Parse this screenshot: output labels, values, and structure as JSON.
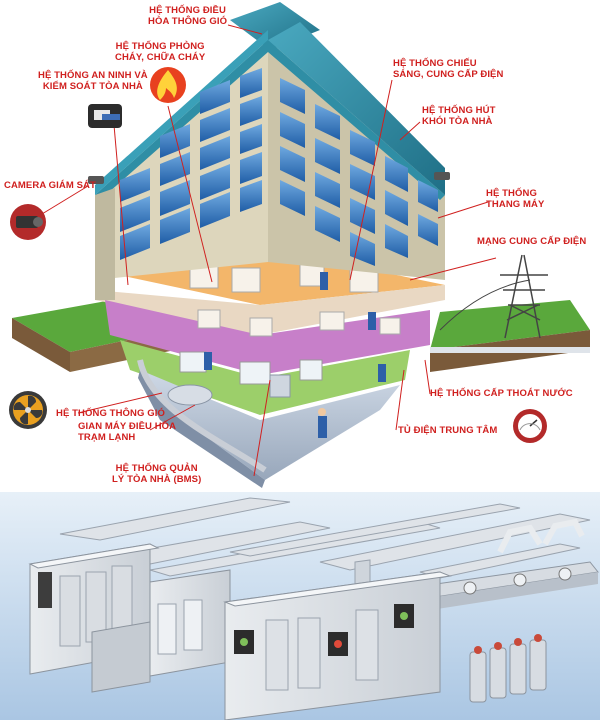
{
  "labels": {
    "hvac": "HỆ THỐNG ĐIỀU\nHÒA THÔNG GIÓ",
    "fire": "HỆ THỐNG PHÒNG\nCHÁY, CHỮA CHÁY",
    "security": "HỆ THỐNG AN NINH VÀ\nKIỂM SOÁT TÒA NHÀ",
    "camera": "CAMERA GIÁM SÁT",
    "lighting": "HỆ THỐNG CHIẾU\nSÁNG, CUNG CẤP ĐIỆN",
    "smoke": "HỆ THỐNG HÚT\nKHÓI TÒA NHÀ",
    "elevator": "HỆ THỐNG\nTHANG MÁY",
    "power_grid": "MẠNG CUNG CẤP ĐIỆN",
    "ventilation": "HỆ THỐNG THÔNG GIÓ",
    "chiller": "GIAN MÁY ĐIỀU HÒA\nTRẠM LẠNH",
    "bms": "HỆ THỐNG QUẢN\nLÝ TÒA NHÀ (BMS)",
    "water": "HỆ THỐNG CẤP THOÁT NƯỚC",
    "switchboard": "TỦ ĐIỆN TRUNG TÂM"
  },
  "icons": [
    "fire-icon",
    "security-card-icon",
    "camera-icon",
    "fan-icon",
    "gauge-icon",
    "power-tower-icon"
  ],
  "colors": {
    "label_text": "#d0201f",
    "facade": "#d8d2b8",
    "window": "#2f6fb5",
    "roof": "#2e8fa5",
    "grass": "#5aa83c",
    "floor_purple": "#c77fc9",
    "floor_orange": "#f3b66a",
    "floor_blue": "#7fb2e0",
    "floor_green": "#9ccf6a"
  }
}
